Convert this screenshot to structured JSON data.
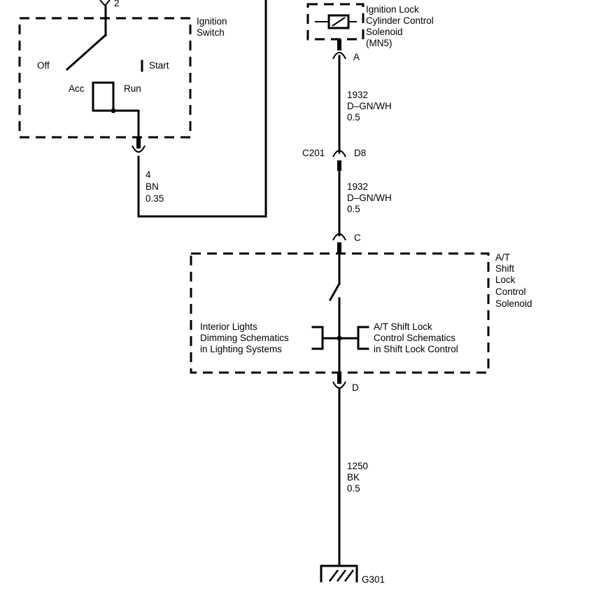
{
  "ignition_switch": {
    "name_line1": "Ignition",
    "name_line2": "Switch",
    "pin_top": "2",
    "pos_off": "Off",
    "pos_start": "Start",
    "pos_acc": "Acc",
    "pos_run": "Run"
  },
  "wire_switch_out": {
    "circuit": "4",
    "color": "BN",
    "gauge": "0.35"
  },
  "lock_solenoid": {
    "line1": "Ignition Lock",
    "line2": "Cylinder Control",
    "line3": "Solenoid",
    "line4": "(MN5)",
    "pin": "A"
  },
  "wire_a_c201": {
    "circuit": "1932",
    "color": "D–GN/WH",
    "gauge": "0.5"
  },
  "connector_c201": {
    "name": "C201",
    "pin": "D8"
  },
  "wire_c201_c": {
    "circuit": "1932",
    "color": "D–GN/WH",
    "gauge": "0.5"
  },
  "shift_lock_solenoid": {
    "line1": "A/T",
    "line2": "Shift",
    "line3": "Lock",
    "line4": "Control",
    "line5": "Solenoid",
    "pin_in": "C",
    "pin_out": "D"
  },
  "ref_interior": {
    "line1": "Interior Lights",
    "line2": "Dimming Schematics",
    "line3": "in Lighting Systems"
  },
  "ref_shift_lock": {
    "line1": "A/T Shift Lock",
    "line2": "Control Schematics",
    "line3": "in Shift Lock Control"
  },
  "wire_ground": {
    "circuit": "1250",
    "color": "BK",
    "gauge": "0.5"
  },
  "ground": {
    "name": "G301"
  }
}
